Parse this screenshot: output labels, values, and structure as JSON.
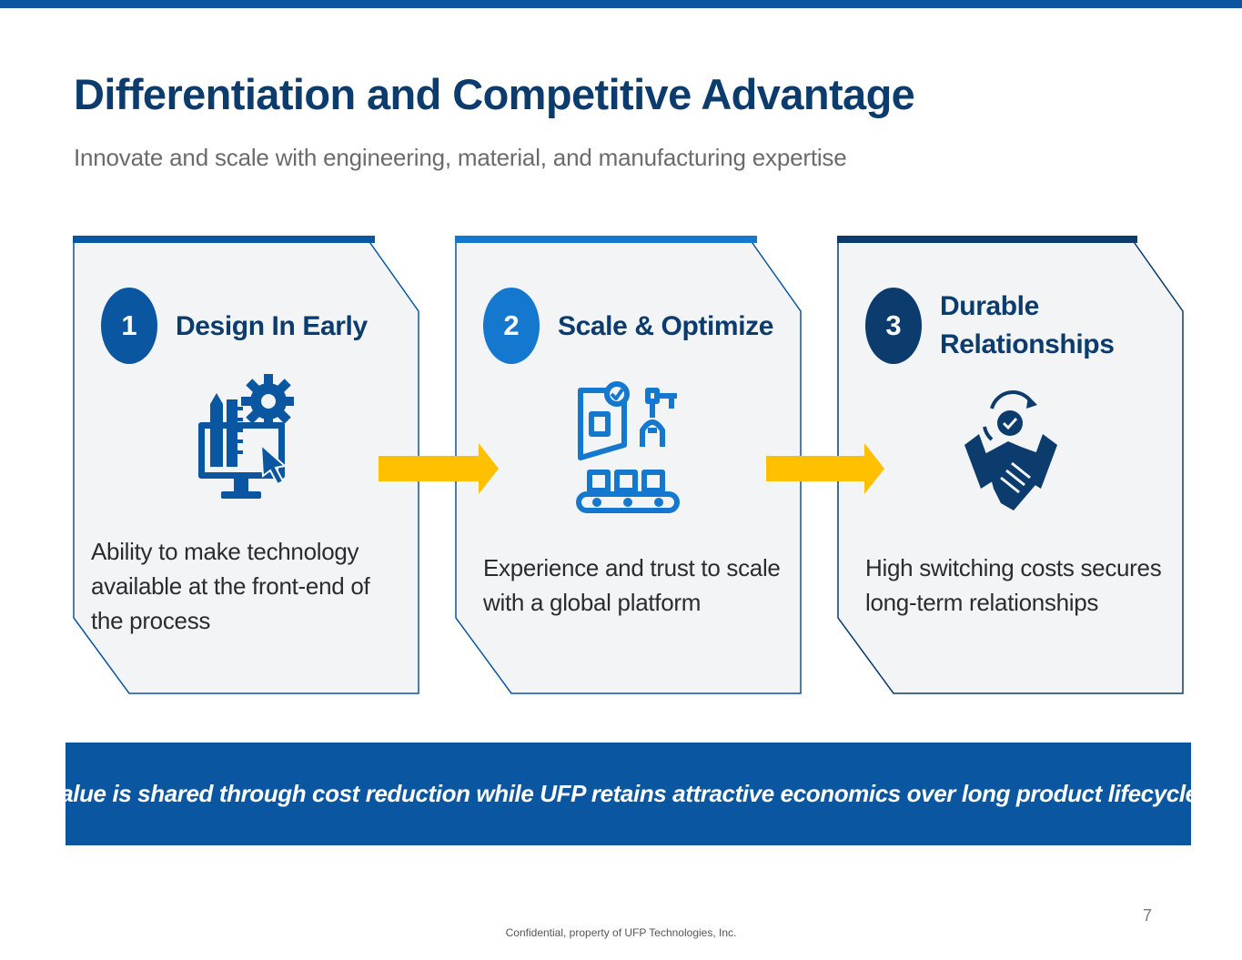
{
  "slide": {
    "title": "Differentiation and Competitive Advantage",
    "subtitle": "Innovate and scale with engineering, material, and manufacturing expertise"
  },
  "colors": {
    "accent": "#0a56a0",
    "title": "#0b3c6d",
    "arrow": "#ffc000",
    "card_fill": "#f3f4f6"
  },
  "cards": [
    {
      "number": "1",
      "title": "Design In Early",
      "icon": "engineering-design-icon",
      "text": "Ability to make technology available at the front-end of the process"
    },
    {
      "number": "2",
      "title": "Scale & Optimize",
      "icon": "manufacturing-automation-icon",
      "text": "Experience and trust to scale with a global platform"
    },
    {
      "number": "3",
      "title": "Durable Relationships",
      "icon": "handshake-icon",
      "text": "High switching costs secures long-term relationships"
    }
  ],
  "banner": {
    "text": "Value is shared through cost reduction while UFP retains attractive economics over long product lifecycles"
  },
  "footer": {
    "page_number": "7",
    "confidential": "Confidential, property of UFP Technologies, Inc."
  }
}
